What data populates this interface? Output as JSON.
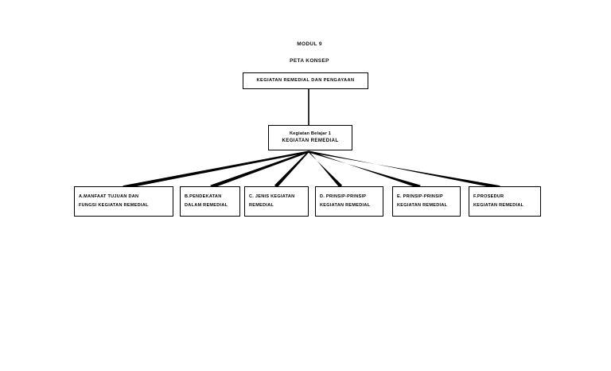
{
  "document": {
    "background_color": "#ffffff",
    "line_color": "#000000",
    "text_color": "#000000"
  },
  "headings": {
    "modul": "MODUL 9",
    "peta_konsep": "PETA KONSEP"
  },
  "diagram": {
    "root": {
      "id": "root",
      "label": "KEGIATAN REMEDIAL DAN PENGAYAAN"
    },
    "level2": {
      "id": "kegiatan-belajar-1",
      "label_sub": "Kegiatan Belajar 1",
      "label_main": "KEGIATAN REMEDIAL"
    },
    "leaves": [
      {
        "id": "a",
        "line1": "A.MANFAAT TUJUAN DAN",
        "line2": "FUNGSI KEGIATAN REMEDIAL"
      },
      {
        "id": "b",
        "line1": "B.PENDEKATAN",
        "line2": "DALAM REMEDIAL"
      },
      {
        "id": "c",
        "line1": "C. JENIS KEGIATAN",
        "line2": "REMEDIAL"
      },
      {
        "id": "d",
        "line1": "D. PRINSIP-PRINSIP",
        "line2": "KEGIATAN REMEDIAL"
      },
      {
        "id": "e",
        "line1": "E. PRINSIP-PRINSIP",
        "line2": "KEGIATAN REMEDIAL"
      },
      {
        "id": "f",
        "line1": "F.PROSEDUR",
        "line2": "KEGIATAN REMEDIAL"
      }
    ]
  }
}
